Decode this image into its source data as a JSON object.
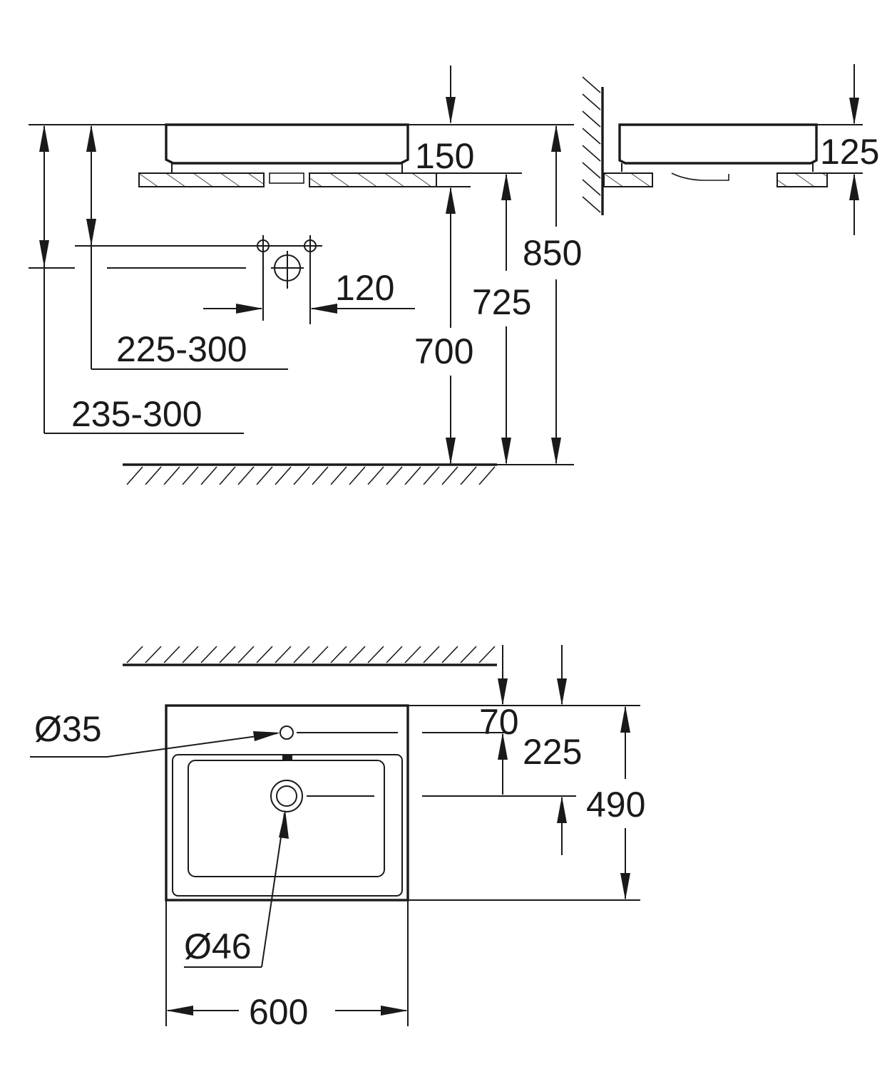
{
  "colors": {
    "line": "#1a1a1a",
    "background": "#ffffff"
  },
  "labels": {
    "h150": "150",
    "h125": "125",
    "h850": "850",
    "h725": "725",
    "h700": "700",
    "d120": "120",
    "r225_300": "225-300",
    "r235_300": "235-300",
    "d35": "Ø35",
    "d70": "70",
    "d225": "225",
    "d490": "490",
    "d46": "Ø46",
    "d600": "600"
  }
}
